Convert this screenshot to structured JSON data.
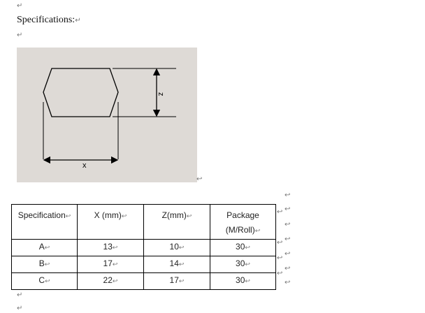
{
  "document": {
    "heading": "Specifications:",
    "para_mark": "↵",
    "cell_mark": "↩"
  },
  "figure": {
    "shape": "hexagon",
    "dimension_labels": {
      "x": "x",
      "z": "z"
    }
  },
  "table": {
    "headers": [
      "Specification",
      "X (mm)",
      "Z(mm)",
      "Package",
      "(M/Roll)"
    ],
    "rows": [
      [
        "A",
        "13",
        "10",
        "30"
      ],
      [
        "B",
        "17",
        "14",
        "30"
      ],
      [
        "C",
        "22",
        "17",
        "30"
      ]
    ]
  }
}
